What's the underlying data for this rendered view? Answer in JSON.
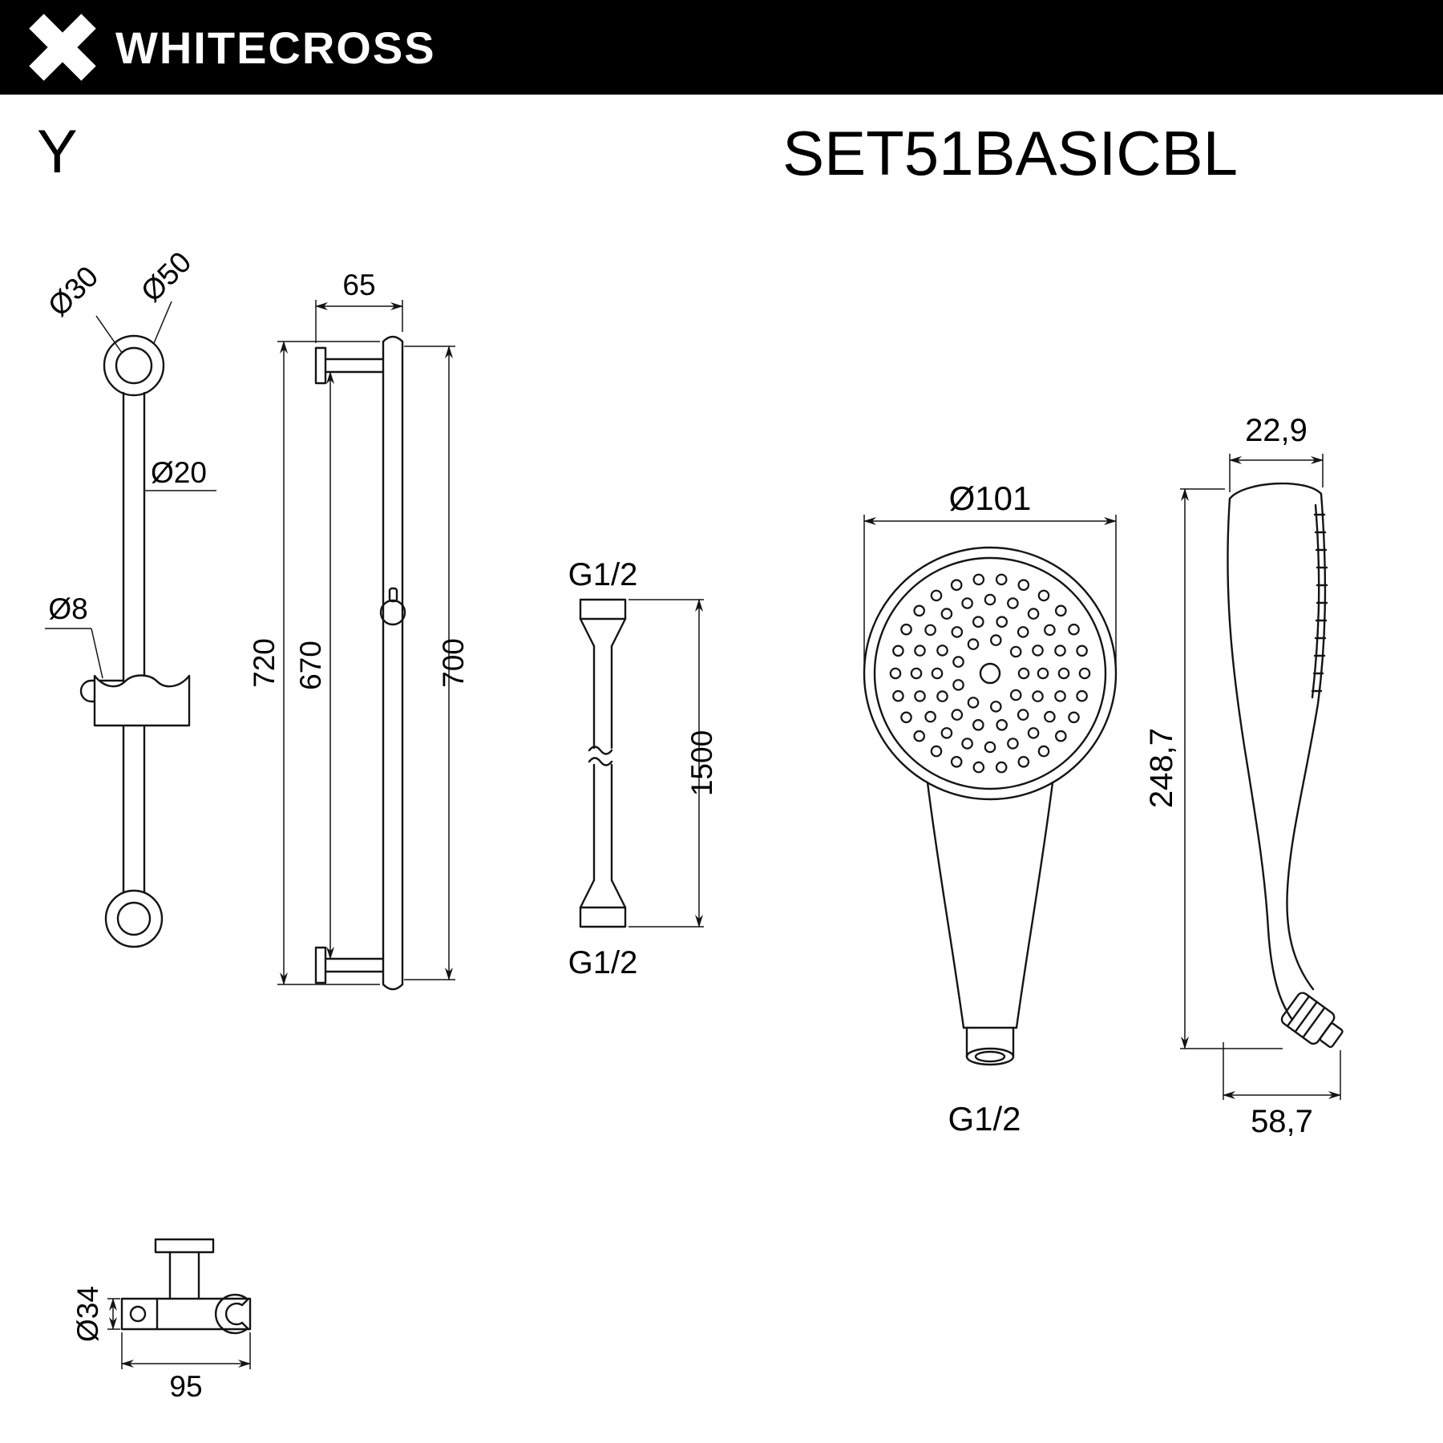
{
  "header": {
    "brand": "WHITECROSS"
  },
  "model": {
    "series": "Y",
    "code": "SET51BASICBL"
  },
  "dims": {
    "rail_front": {
      "d30": "Ø30",
      "d50": "Ø50",
      "d20": "Ø20",
      "d8": "Ø8"
    },
    "rail_side": {
      "w65": "65",
      "h720": "720",
      "h670": "670",
      "h700": "700"
    },
    "hose": {
      "thread_top": "G1/2",
      "length": "1500",
      "thread_bottom": "G1/2"
    },
    "head_front": {
      "d101": "Ø101",
      "thread": "G1/2"
    },
    "head_side": {
      "w229": "22,9",
      "h2487": "248,7",
      "d587": "58,7"
    },
    "bracket": {
      "d34": "Ø34",
      "w95": "95"
    }
  }
}
